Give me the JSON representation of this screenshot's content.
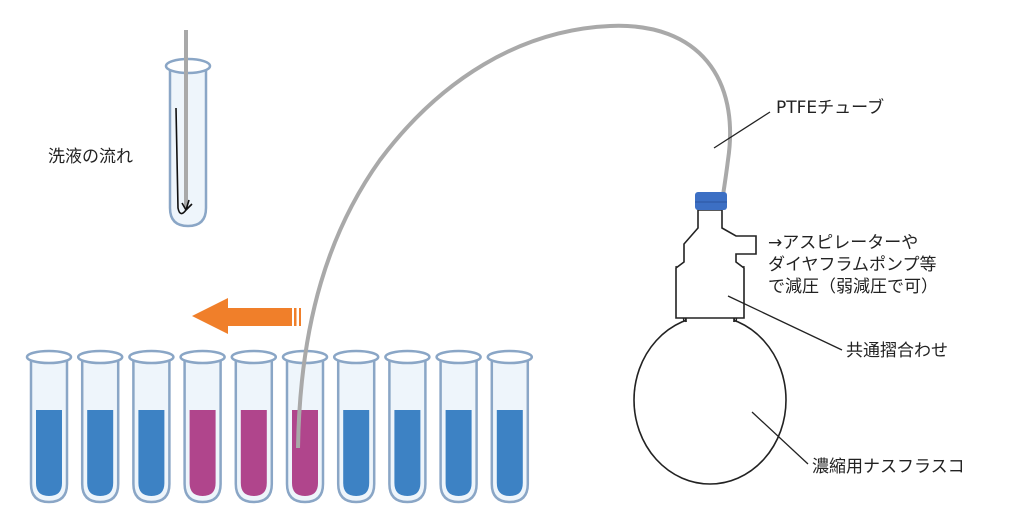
{
  "labels": {
    "wash_flow": "洗液の流れ",
    "ptfe_tube": "PTFEチューブ",
    "aspirator_line1": "→アスピレーターや",
    "aspirator_line2": "ダイヤフラムポンプ等",
    "aspirator_line3": "で減圧（弱減圧で可）",
    "ground_joint": "共通摺合わせ",
    "flask": "濃縮用ナスフラスコ"
  },
  "colors": {
    "tube_line": "#a9a9a9",
    "glass_outline": "#8aa6c6",
    "glass_fill": "#eef5fb",
    "blue_liquid": "#3d82c4",
    "purple_liquid": "#b0458c",
    "arrow": "#f07f2a",
    "cap": "#3c6fc4",
    "ink": "#222222"
  },
  "test_tubes": [
    {
      "liquid": "blue"
    },
    {
      "liquid": "blue"
    },
    {
      "liquid": "blue"
    },
    {
      "liquid": "purple"
    },
    {
      "liquid": "purple"
    },
    {
      "liquid": "purple"
    },
    {
      "liquid": "blue"
    },
    {
      "liquid": "blue"
    },
    {
      "liquid": "blue"
    },
    {
      "liquid": "blue"
    }
  ],
  "icons": {
    "direction_arrow": "left-arrow-icon",
    "flow_arrow": "return-arrow-icon"
  }
}
